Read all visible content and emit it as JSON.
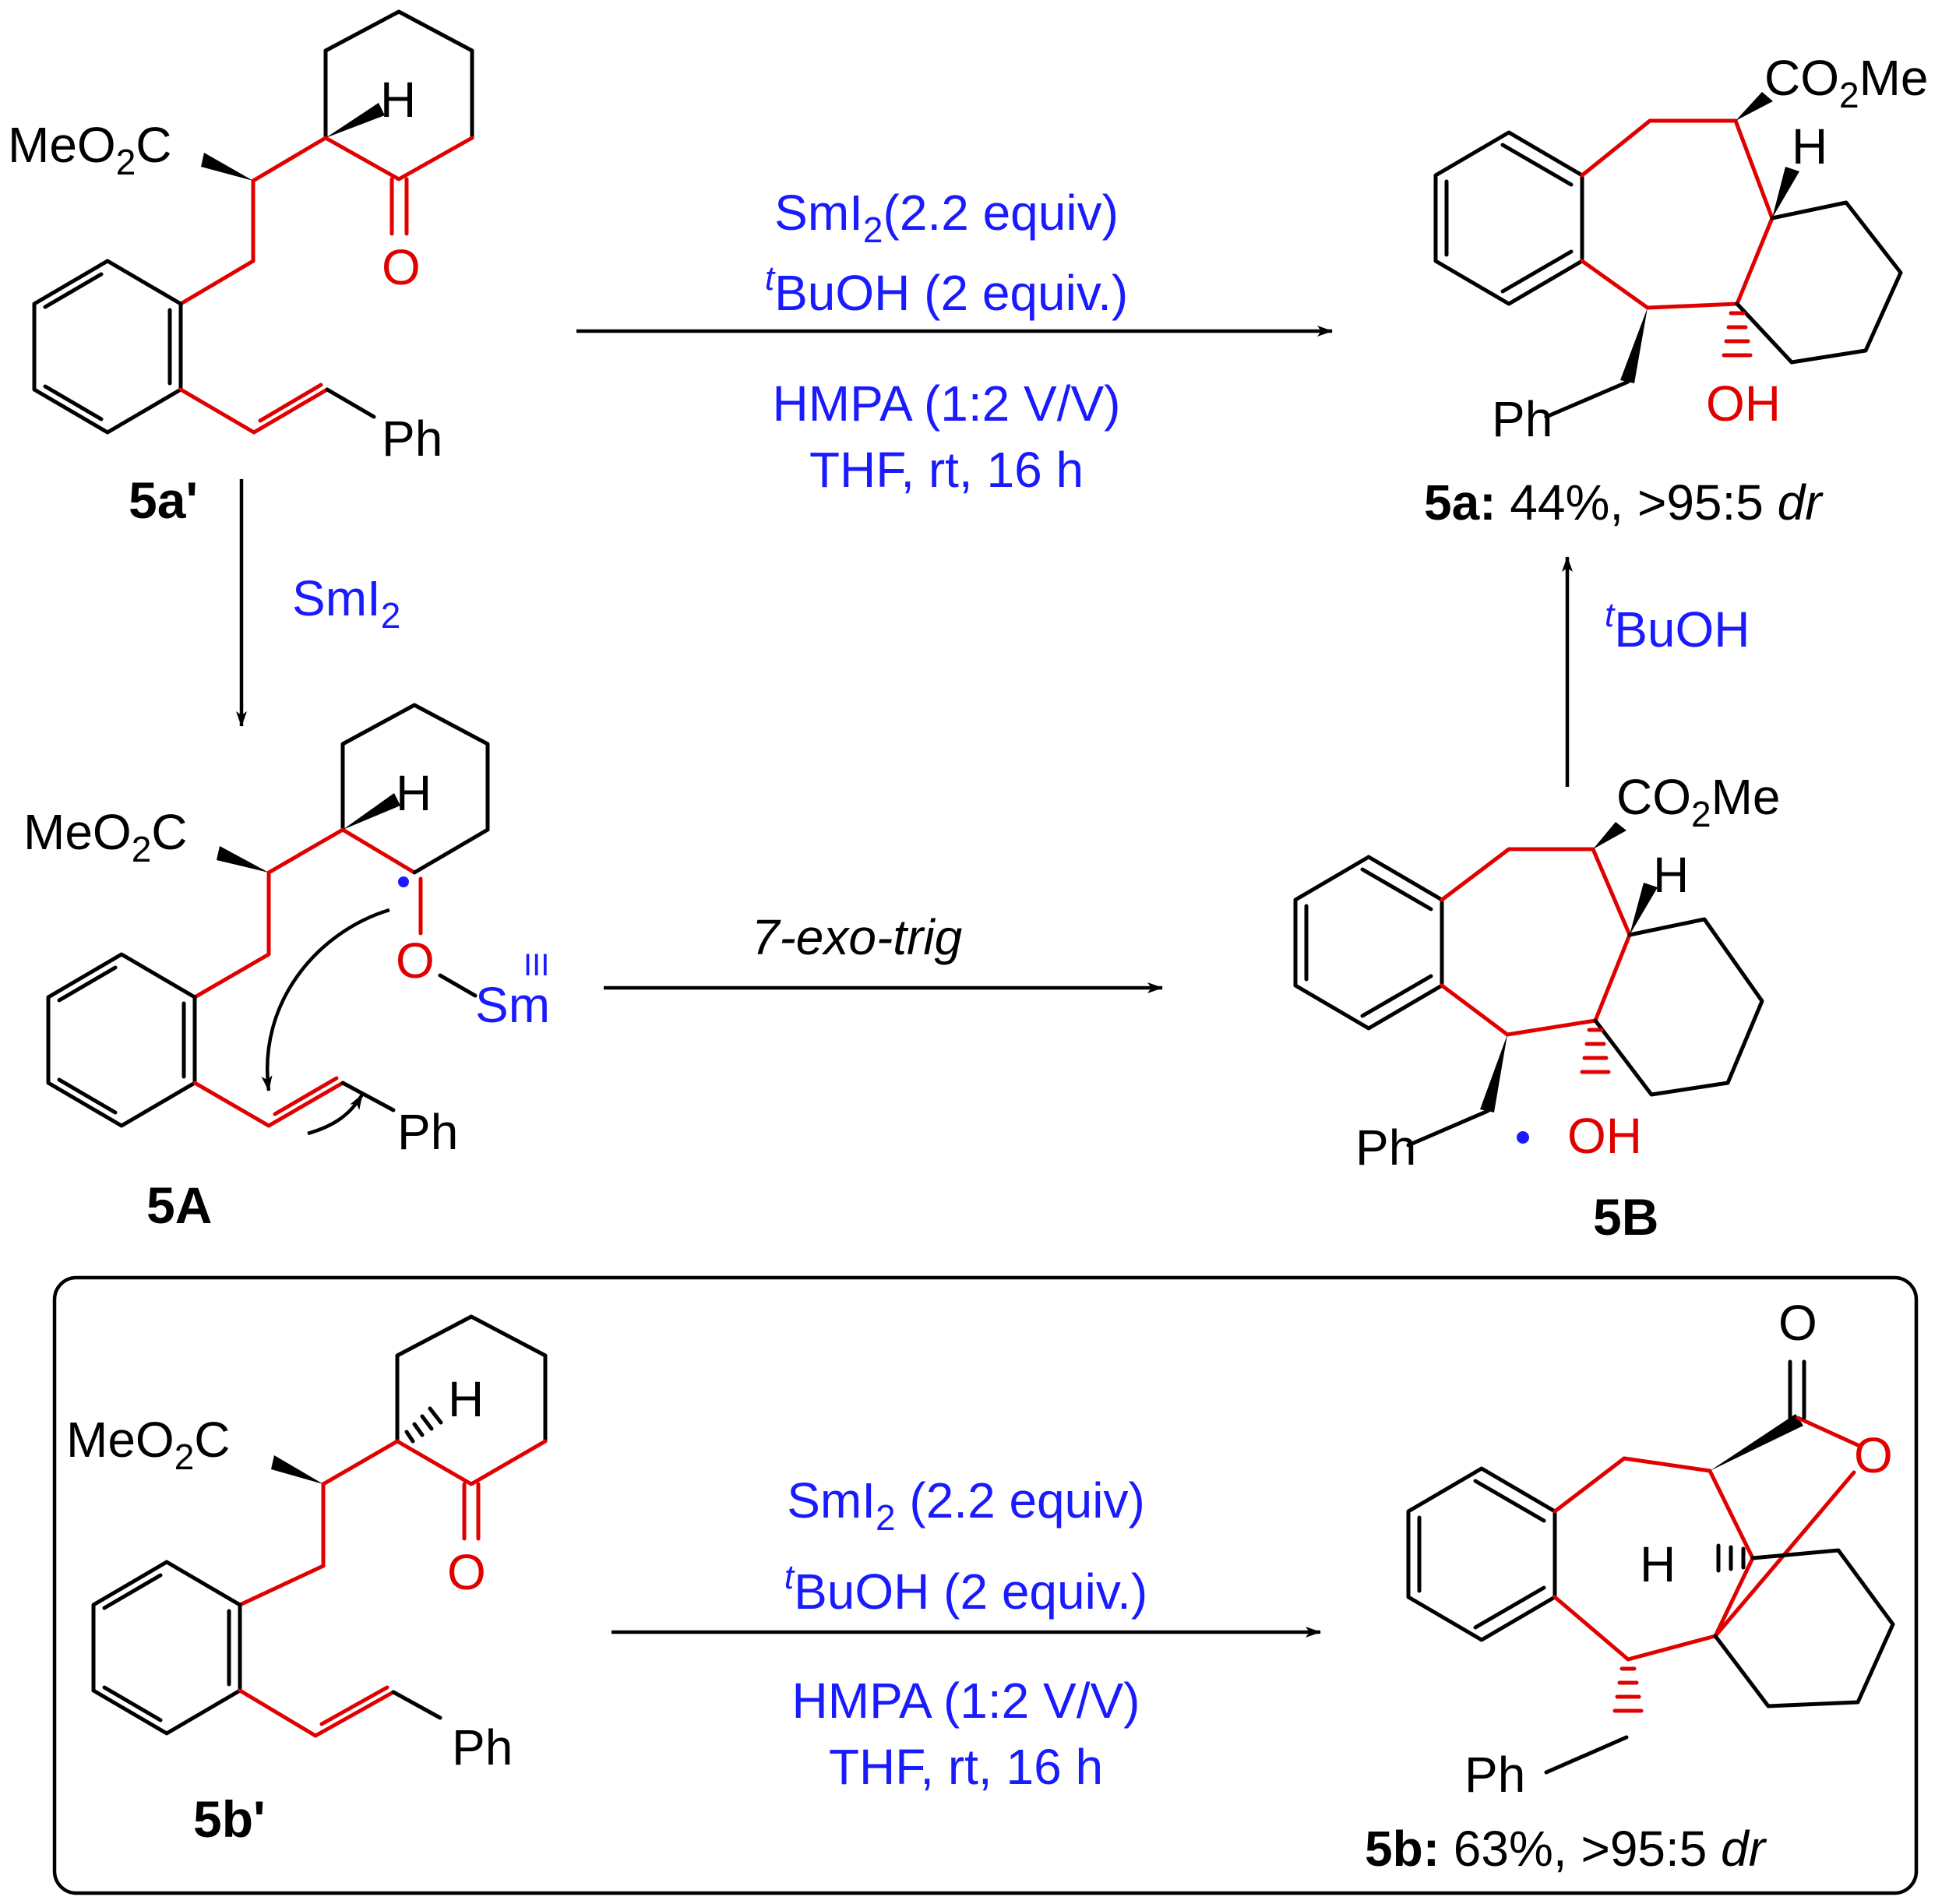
{
  "atoms": {
    "meo2c": "MeO",
    "sub_2": "2",
    "c": "C",
    "h": "H",
    "o": "O",
    "ph": "Ph",
    "co2me_a": "CO",
    "co2me_b": "Me",
    "oh": "OH",
    "sm": "Sm",
    "sm_ox": "III"
  },
  "compounds": {
    "c5a_prime": "5a'",
    "c5A": "5A",
    "c5B": "5B",
    "c5a": "5a:",
    "c5b_prime": "5b'",
    "c5b": "5b:"
  },
  "results": {
    "r5a": " 44%, >95:5 ",
    "r5b": " 63%, >95:5 ",
    "dr": "dr"
  },
  "conditions": {
    "top": {
      "line1_a": "SmI",
      "line1_sub": "2",
      "line1_b": "(2.2 equiv)",
      "line2_sup": "t",
      "line2": "BuOH (2 equiv.)",
      "line3": "HMPA (1:2 V/V)",
      "line4": "THF, rt, 16 h"
    },
    "down": {
      "a": "SmI",
      "sub": "2"
    },
    "middle": "7-exo-trig",
    "up": {
      "sup": "t",
      "text": "BuOH"
    },
    "bottom": {
      "line1_a": "SmI",
      "line1_sub": "2",
      "line1_b": " (2.2 equiv)",
      "line2_sup": "t",
      "line2": "BuOH (2 equiv.)",
      "line3": "HMPA (1:2 V/V)",
      "line4": "THF, rt, 16 h"
    }
  },
  "colors": {
    "reagent": "#1a1aff",
    "highlight": "#e00000",
    "ink": "#000000"
  }
}
